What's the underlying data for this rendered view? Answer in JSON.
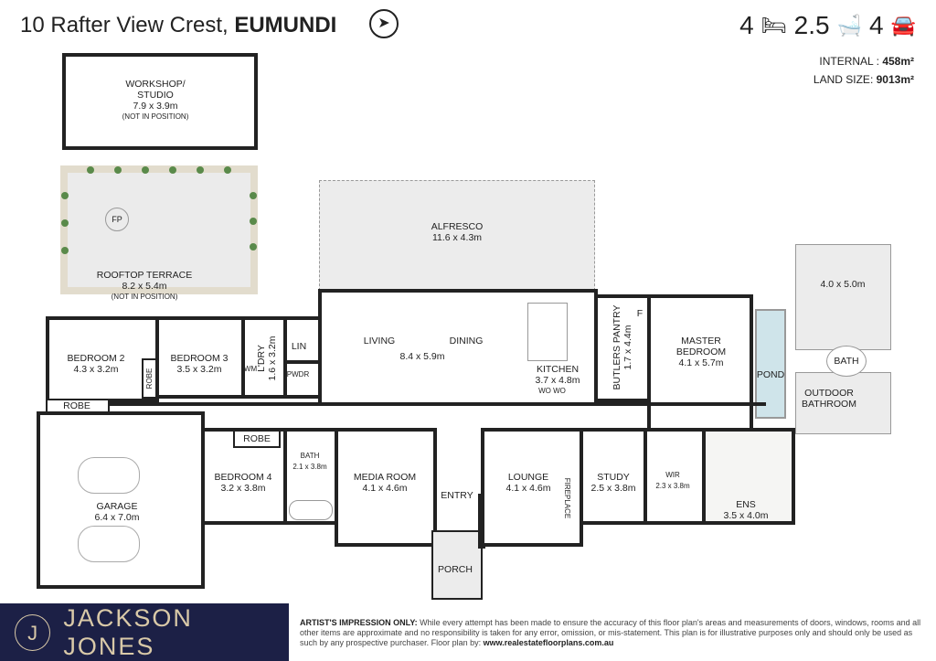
{
  "header": {
    "address": "10 Rafter View Crest,",
    "suburb": "EUMUNDI",
    "compass_icon": "north-arrow-icon"
  },
  "stats": {
    "beds": "4",
    "baths": "2.5",
    "cars": "4",
    "bed_icon": "bed-icon",
    "bath_icon": "bathtub-icon",
    "car_icon": "car-icon"
  },
  "areas": {
    "internal_label": "INTERNAL :",
    "internal_value": "458m²",
    "land_label": "LAND SIZE:",
    "land_value": "9013m²"
  },
  "rooms": {
    "workshop": {
      "name": "WORKSHOP/",
      "name2": "STUDIO",
      "size": "7.9 x 3.9m",
      "note": "(NOT IN POSITION)"
    },
    "terrace": {
      "name": "ROOFTOP TERRACE",
      "size": "8.2 x 5.4m",
      "note": "(NOT IN POSITION)",
      "fp": "FP"
    },
    "alfresco": {
      "name": "ALFRESCO",
      "size": "11.6 x 4.3m"
    },
    "living": {
      "living": "LIVING",
      "dining": "DINING",
      "size": "8.4 x 5.9m"
    },
    "kitchen": {
      "name": "KITCHEN",
      "size": "3.7 x 4.8m",
      "wo1": "WO",
      "wo2": "WO"
    },
    "butlers": {
      "name": "BUTLERS PANTRY",
      "size": "1.7 x 4.4m",
      "f": "F"
    },
    "master": {
      "name": "MASTER",
      "name2": "BEDROOM",
      "size": "4.1 x 5.7m"
    },
    "pond": {
      "name": "POND"
    },
    "outdoor_area": {
      "size": "4.0 x 5.0m"
    },
    "outdoor_bath": {
      "bath": "BATH",
      "name": "OUTDOOR",
      "name2": "BATHROOM"
    },
    "bed2": {
      "name": "BEDROOM 2",
      "size": "4.3 x 3.2m"
    },
    "bed3": {
      "name": "BEDROOM 3",
      "size": "3.5 x 3.2m"
    },
    "robe1": {
      "name": "ROBE"
    },
    "robe2": {
      "name": "ROBE"
    },
    "robe3": {
      "name": "ROBE"
    },
    "laundry": {
      "name": "L'DRY",
      "size": "1.6 x 3.2m",
      "wm": "WM"
    },
    "lin": {
      "name": "LIN"
    },
    "pwdr": {
      "name": "PWDR"
    },
    "garage": {
      "name": "GARAGE",
      "size": "6.4 x 7.0m"
    },
    "bed4": {
      "name": "BEDROOM 4",
      "size": "3.2 x 3.8m"
    },
    "bath": {
      "name": "BATH",
      "size": "2.1 x 3.8m"
    },
    "media": {
      "name": "MEDIA ROOM",
      "size": "4.1 x 4.6m"
    },
    "entry": {
      "name": "ENTRY"
    },
    "porch": {
      "name": "PORCH"
    },
    "lounge": {
      "name": "LOUNGE",
      "size": "4.1 x 4.6m",
      "fireplace": "FIREPLACE"
    },
    "study": {
      "name": "STUDY",
      "size": "2.5 x 3.8m"
    },
    "wir": {
      "name": "WIR",
      "size": "2.3 x 3.8m"
    },
    "ens": {
      "name": "ENS",
      "size": "3.5 x 4.0m"
    }
  },
  "footer": {
    "brand": "JACKSON JONES",
    "logo": "J",
    "disclaimer_bold": "ARTIST'S IMPRESSION ONLY:",
    "disclaimer": "While every attempt has been made to ensure the accuracy of this floor plan's areas and measurements of doors, windows, rooms and all other items are approximate and no responsibility is taken for any error, omission, or mis-statement. This plan is for illustrative purposes only and should only be used as such by any prospective purchaser. Floor plan by:",
    "website": "www.realestatefloorplans.com.au"
  }
}
